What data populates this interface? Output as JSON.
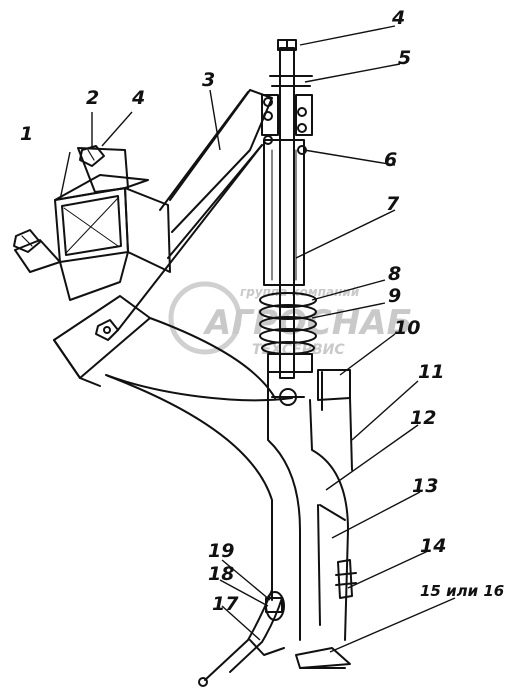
{
  "callouts": [
    {
      "id": "1",
      "text": "1"
    },
    {
      "id": "2",
      "text": "2"
    },
    {
      "id": "4a",
      "text": "4"
    },
    {
      "id": "3",
      "text": "3"
    },
    {
      "id": "4b",
      "text": "4"
    },
    {
      "id": "5",
      "text": "5"
    },
    {
      "id": "6",
      "text": "6"
    },
    {
      "id": "7",
      "text": "7"
    },
    {
      "id": "8",
      "text": "8"
    },
    {
      "id": "9",
      "text": "9"
    },
    {
      "id": "10",
      "text": "10"
    },
    {
      "id": "11",
      "text": "11"
    },
    {
      "id": "12",
      "text": "12"
    },
    {
      "id": "13",
      "text": "13"
    },
    {
      "id": "14",
      "text": "14"
    },
    {
      "id": "15",
      "text": "15 или 16"
    },
    {
      "id": "17",
      "text": "17"
    },
    {
      "id": "18",
      "text": "18"
    },
    {
      "id": "19",
      "text": "19"
    }
  ],
  "watermark": {
    "top": "группа компаний",
    "main": "АГРОСНАБ",
    "bottom": "ТЕХСЕРВИС"
  },
  "colors": {
    "ink": "#111111",
    "watermark": "#c9c9c9"
  }
}
